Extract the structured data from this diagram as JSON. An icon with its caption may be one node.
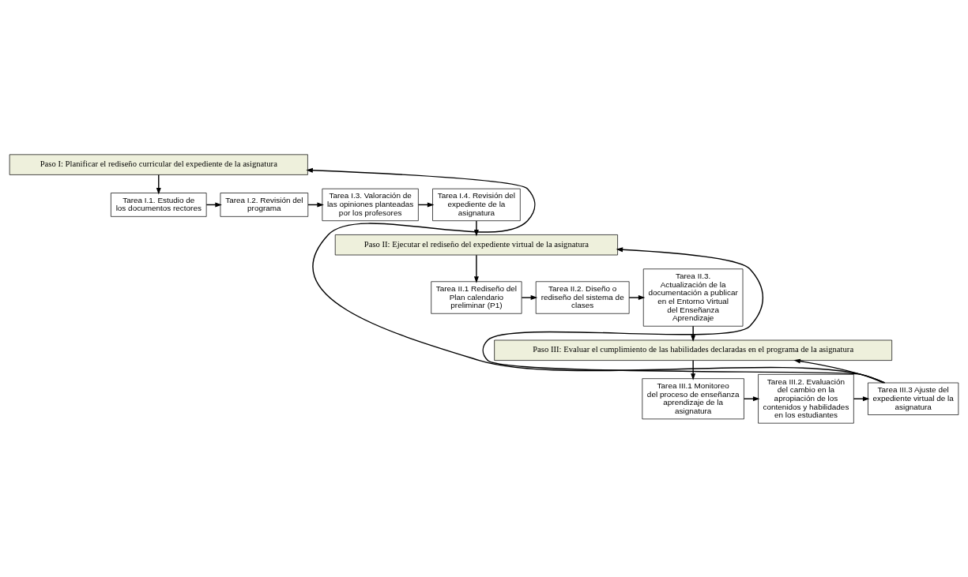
{
  "diagram": {
    "nodes": [
      {
        "text": [
          "Paso I: Planificar el rediseño curricular del expediente de la asignatura"
        ]
      },
      {
        "text": [
          "Tarea I.1. Estudio de los documentos rectores"
        ]
      },
      {
        "text": [
          "Tarea I.2. Revisión del programa"
        ]
      },
      {
        "text": [
          "Tarea I.3. Valoración de las opiniones planteadas por los profesores"
        ]
      },
      {
        "text": [
          "Tarea I.4. Revisión del expediente de la asignatura"
        ]
      },
      {
        "text": [
          "Paso II: Ejecutar el rediseño del expediente virtual de la asignatura"
        ]
      },
      {
        "text": [
          "Tarea II.1 Rediseño del Plan calendario preliminar (P1)"
        ]
      },
      {
        "text": [
          "Tarea II.2. Diseño o rediseño del sistema de clases"
        ]
      },
      {
        "text": [
          "Tarea II.3. Actualización de la documentación a publicar en el Entorno Virtual del Enseñanza Aprendizaje"
        ]
      },
      {
        "text": [
          "Paso III: Evaluar el cumplimiento de las habilidades declaradas en el programa de la asignatura"
        ]
      },
      {
        "text": [
          "Tarea III.1 Monitoreo del proceso de enseñanza aprendizaje de la asignatura"
        ]
      },
      {
        "text": [
          "Tarea III.2. Evaluación del cambio en la apropiación de los contenidos y habilidades en los estudiantes"
        ]
      },
      {
        "text": [
          "Tarea III.3 Ajuste del expediente virtual de la asignatura"
        ]
      }
    ],
    "edges": [
      {
        "from": 0,
        "to": 1,
        "arrow": "to"
      },
      {
        "from": 1,
        "to": 2,
        "arrow": "to"
      },
      {
        "from": 2,
        "to": 3,
        "arrow": "to"
      },
      {
        "from": 3,
        "to": 4,
        "arrow": "to"
      },
      {
        "from": 4,
        "to": 5,
        "arrow": "to"
      },
      {
        "from": 5,
        "to": 6,
        "arrow": "to"
      },
      {
        "from": 6,
        "to": 7,
        "arrow": "to"
      },
      {
        "from": 7,
        "to": 8,
        "arrow": "to"
      },
      {
        "from": 8,
        "to": 9,
        "arrow": "to"
      },
      {
        "from": 9,
        "to": 10,
        "arrow": "to"
      },
      {
        "from": 10,
        "to": 11,
        "arrow": "to"
      },
      {
        "from": 11,
        "to": 12,
        "arrow": "to"
      },
      {
        "from": 12,
        "to": 0,
        "arrow": "to"
      },
      {
        "from": 12,
        "to": 5,
        "arrow": "to"
      },
      {
        "from": 12,
        "to": 9,
        "arrow": "to"
      }
    ]
  }
}
